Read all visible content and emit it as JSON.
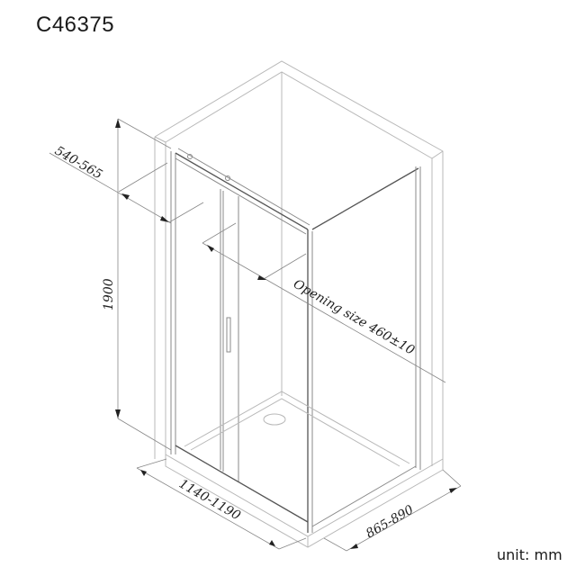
{
  "title": "C46375",
  "unit_label": "unit: mm",
  "dimensions": {
    "depth_top": "540-565",
    "height": "1900",
    "opening": "Opening size  460±10",
    "width": "1140-1190",
    "side": "865-890"
  },
  "colors": {
    "line": "#b8b8b8",
    "frame": "#8a8a8a",
    "text": "#222222"
  }
}
